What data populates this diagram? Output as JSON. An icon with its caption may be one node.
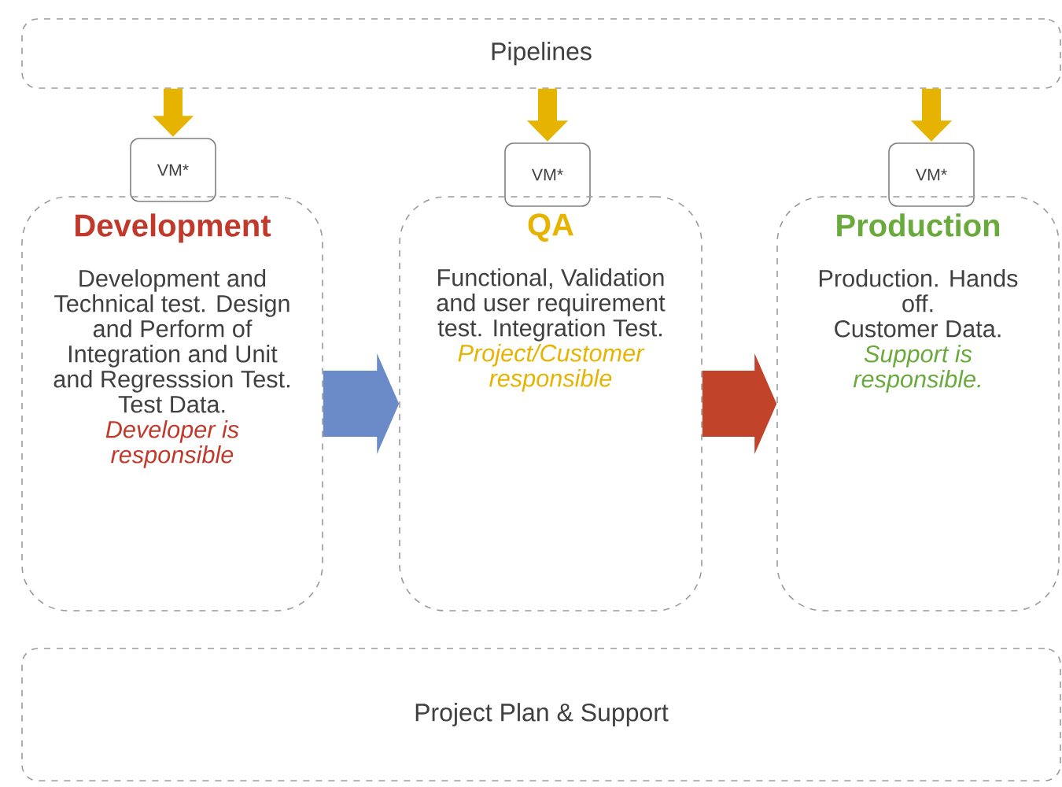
{
  "diagram": {
    "nodes": [
      {
        "text": [
          "Pipelines"
        ]
      },
      {
        "text": [
          "VM*"
        ]
      },
      {
        "text": [
          "VM*"
        ]
      },
      {
        "text": [
          "VM*"
        ]
      },
      {
        "text": [
          "Development",
          "Development and Technical test. Design and Perform of Integration and Unit and Regresssion Test. Test Data.",
          "Developer is responsible"
        ]
      },
      {
        "text": [
          "QA",
          "Functional, Validation and user requirement test. Integration Test.",
          "Project/Customer responsible"
        ]
      },
      {
        "text": [
          "Production",
          "Production. Hands off.",
          "Customer Data.",
          "Support is responsible."
        ]
      },
      {
        "text": [
          "Project Plan & Support"
        ]
      }
    ],
    "edges": [
      {
        "from": 0,
        "to": 1,
        "arrow": "to"
      },
      {
        "from": 0,
        "to": 2,
        "arrow": "to"
      },
      {
        "from": 0,
        "to": 3,
        "arrow": "to"
      },
      {
        "from": 4,
        "to": 5,
        "arrow": "to",
        "style": "thick",
        "color": "#6a8bc8"
      },
      {
        "from": 5,
        "to": 6,
        "arrow": "to",
        "style": "thick",
        "color": "#c0432a"
      }
    ]
  }
}
